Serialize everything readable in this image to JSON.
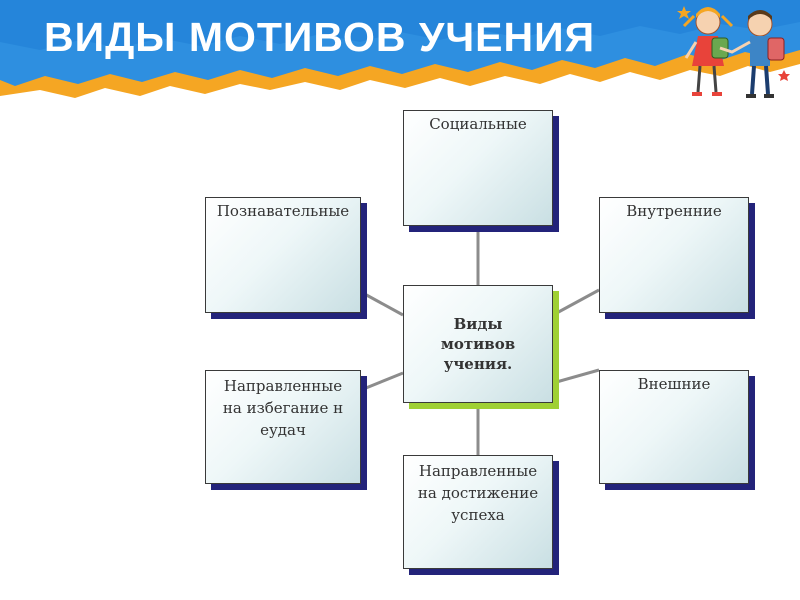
{
  "header": {
    "title": "ВИДЫ МОТИВОВ УЧЕНИЯ",
    "banner_colors": {
      "blue": "#2e8fe0",
      "orange": "#f5a623"
    },
    "decoration": "kids-with-backpacks-illustration"
  },
  "diagram": {
    "center": "Виды мотивов учения.",
    "nodes": {
      "social": "Социальные",
      "cognitive": "Познавательные",
      "internal": "Внутренние",
      "avoid_failure": "Направленные на избегание неудач",
      "external": "Внешние",
      "achieve_success": "Направленные на достижение успеха"
    },
    "colors": {
      "box_shadow": "#23237a",
      "center_shadow": "#9fd034",
      "connector": "#8c8c8c"
    }
  }
}
